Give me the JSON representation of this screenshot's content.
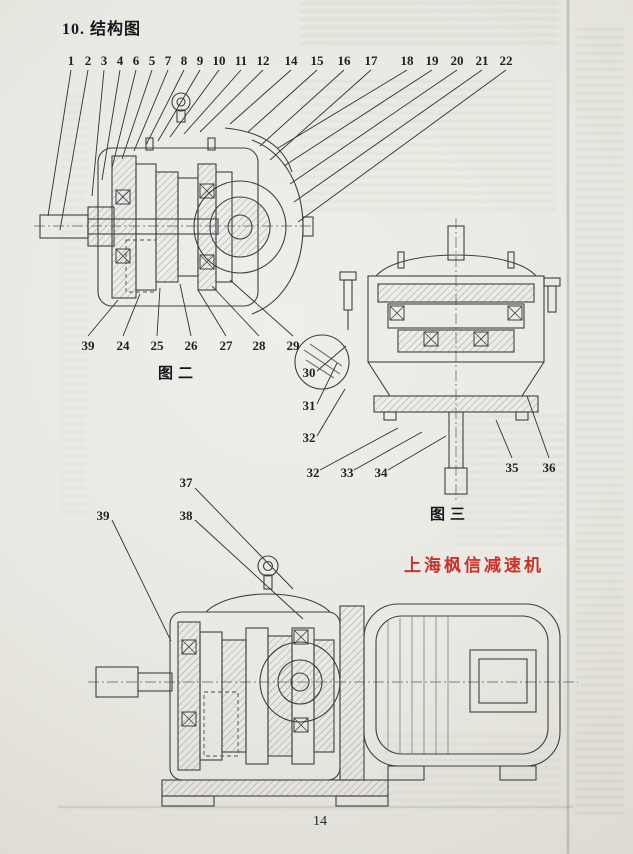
{
  "page": {
    "title": "10. 结构图",
    "page_number": "14",
    "red_stamp": "上海枫信减速机"
  },
  "figure2": {
    "caption": "图二",
    "top_callouts": [
      "1",
      "2",
      "3",
      "4",
      "6",
      "5",
      "7",
      "8",
      "9",
      "10",
      "11",
      "12",
      "14",
      "15",
      "16",
      "17",
      "18",
      "19",
      "20",
      "21",
      "22"
    ],
    "bottom_callouts": [
      "39",
      "24",
      "25",
      "26",
      "27",
      "28",
      "29"
    ]
  },
  "figure3": {
    "caption": "图三",
    "left_callouts": [
      "30",
      "31",
      "32"
    ],
    "bottom_callouts": [
      "32",
      "33",
      "34"
    ],
    "right_callouts": [
      "35",
      "36"
    ]
  },
  "figure4": {
    "callouts": [
      "37",
      "38",
      "39"
    ]
  }
}
